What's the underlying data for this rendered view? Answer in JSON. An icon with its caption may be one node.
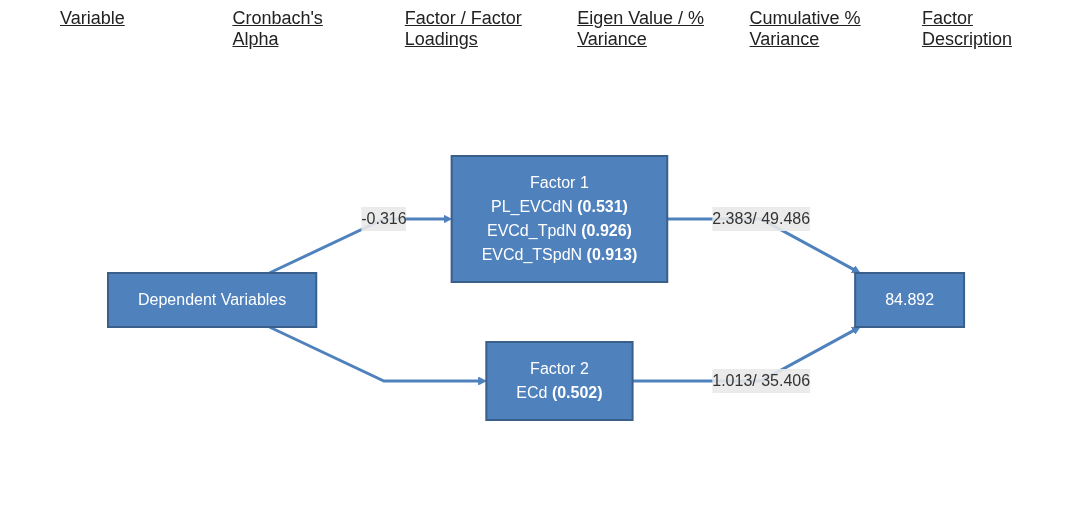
{
  "diagram": {
    "nodes": [
      {
        "text": [
          "Dependent Variables"
        ]
      },
      {
        "text": [
          "Factor 1",
          "PL_EVCdN **(0.531)**",
          "EVCd_TpdN **(0.926)**",
          "EVCd_TSpdN **(0.913)**"
        ]
      },
      {
        "text": [
          "Factor 2",
          "ECd **(0.502)**"
        ]
      },
      {
        "text": [
          "84.892"
        ]
      }
    ],
    "edges": [
      {
        "from": 0,
        "to": 1,
        "arrow": "to",
        "label": "-0.316"
      },
      {
        "from": 0,
        "to": 2,
        "arrow": "to"
      },
      {
        "from": 1,
        "to": 3,
        "arrow": "to",
        "label": "2.383/ 49.486"
      },
      {
        "from": 2,
        "to": 3,
        "arrow": "to",
        "label": "1.013/ 35.406"
      }
    ],
    "labels": [
      "Variable",
      "Cronbach's Alpha",
      "Factor / Factor Loadings",
      "Eigen Value / % Variance",
      "Cumulative % Variance",
      "Factor Description"
    ]
  }
}
